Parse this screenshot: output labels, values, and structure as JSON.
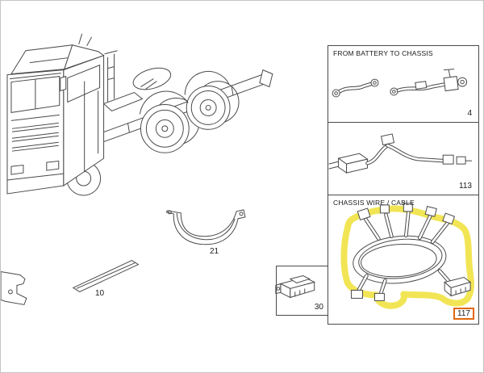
{
  "page": {
    "background": "#ffffff",
    "outer_border": "#c4c4c4"
  },
  "colors": {
    "line_art": "#4a4a4a",
    "highlight_yellow": "#efdf30",
    "callout_orange": "#e2670e",
    "text": "#1a1a1a"
  },
  "truck_area": {
    "labels": {
      "sill_strip": "10",
      "support_bracket": "21"
    }
  },
  "parts_panel": {
    "battery_section": {
      "title": "FROM BATTERY TO CHASSIS",
      "part_number": "4"
    },
    "cable_section": {
      "part_number": "113"
    },
    "chassis_wire_section": {
      "title": "CHASSIS WIRE / CABLE",
      "part_number": "117"
    },
    "connector_section": {
      "part_number": "30"
    }
  }
}
